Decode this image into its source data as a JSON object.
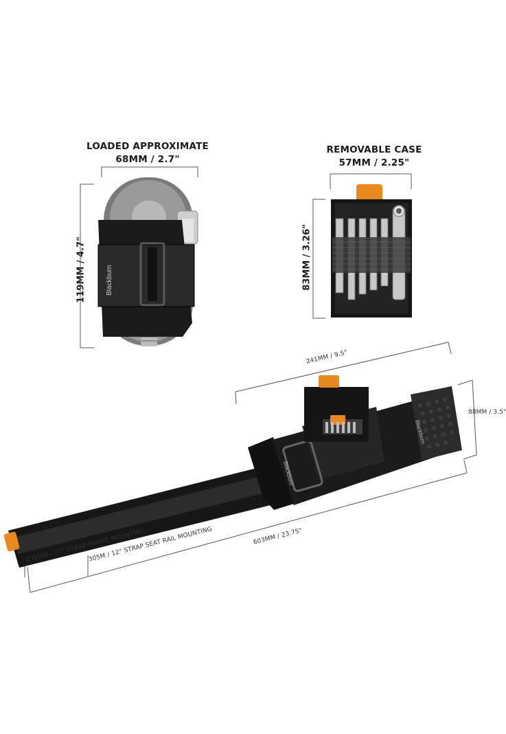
{
  "labels": {
    "loaded_title": "LOADED APPROXIMATE",
    "loaded_width": "68MM / 2.7\"",
    "loaded_height": "119MM / 4.7\"",
    "case_title": "REMOVABLE CASE",
    "case_width": "57MM / 2.25\"",
    "case_height": "83MM / 3.26\"",
    "wrap_width": "241MM / 9.5\"",
    "wrap_height": "88MM / 3.5\"",
    "total_length": "603MM / 23.75\"",
    "strap_frame": "431MM / 17\" STRAP FRAME MOUNTING",
    "strap_seat": "305M / 12\" STRAP SEAT RAIL MOUNTING",
    "brand": "Blackburn"
  },
  "colors": {
    "accent": "#e8891f",
    "body": "#161616",
    "line": "#555555"
  }
}
